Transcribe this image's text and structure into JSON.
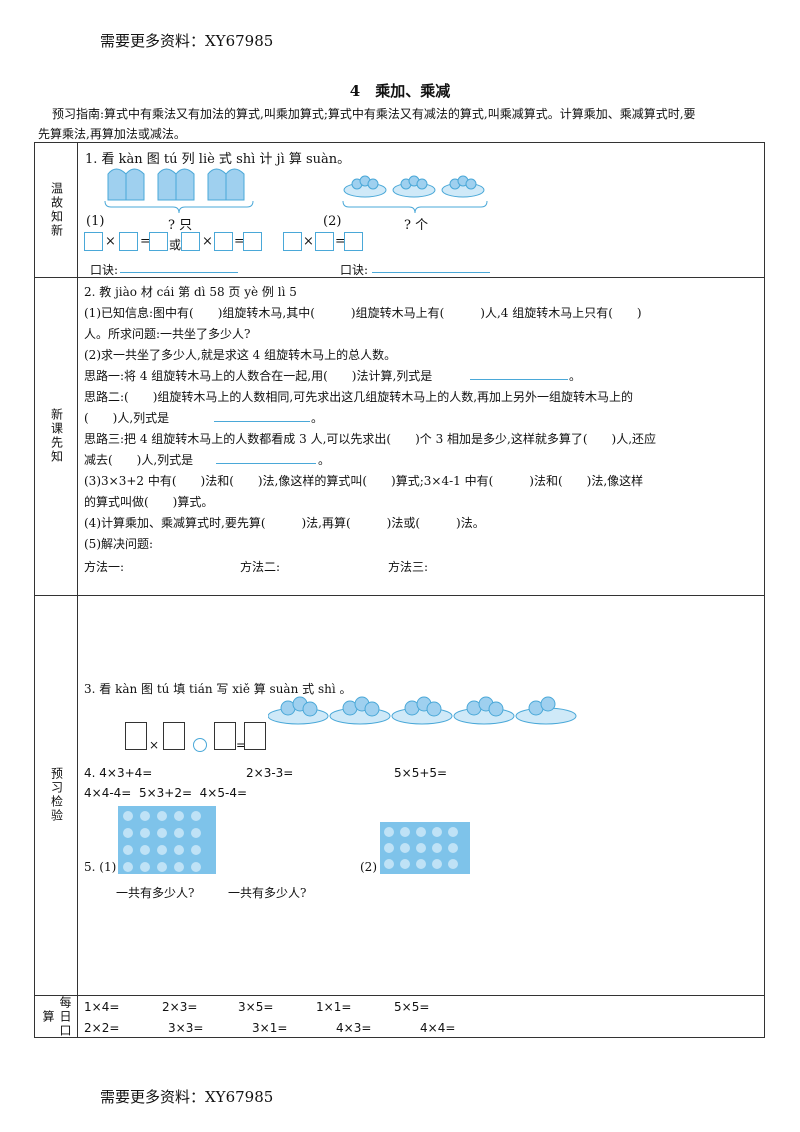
{
  "header_note": "需要更多资料：XY67985",
  "footer_note": "需要更多资料：XY67985",
  "title": "4　乘加、乘减",
  "guide_line1": "预习指南:算式中有乘法又有加法的算式,叫乘加算式;算式中有乘法又有减法的算式,叫乘减算式。计算乘加、乘减算式时,要",
  "guide_line2": "先算乘法,再算加法或减法。",
  "sections": {
    "s1": "温故知新",
    "s2": "新课先知",
    "s3": "预习检验",
    "s4": "每日口算"
  },
  "q1": {
    "heading": "1. 看 kàn 图 tú 列 liè 式 shì 计 jì 算 suàn。",
    "part1_label": "(1)",
    "part1_question": "? 只",
    "part2_label": "(2)",
    "part2_question": "? 个",
    "times": "×",
    "equals": "=",
    "or": "或",
    "koujue1": "口诀:",
    "koujue2": "口诀:"
  },
  "q2": {
    "heading": "2. 教 jiào 材 cái 第 dì 58 页 yè 例 lì 5",
    "l1": "(1)已知信息:图中有(　　)组旋转木马,其中(　　　)组旋转木马上有(　　　)人,4 组旋转木马上只有(　　)",
    "l2": "人。所求问题:一共坐了多少人?",
    "l3": "(2)求一共坐了多少人,就是求这 4 组旋转木马上的总人数。",
    "l4": "思路一:将 4 组旋转木马上的人数合在一起,用(　　)法计算,列式是",
    "l4_end": "。",
    "l5": "思路二:(　　)组旋转木马上的人数相同,可先求出这几组旋转木马上的人数,再加上另外一组旋转木马上的",
    "l6": "(　　)人,列式是",
    "l6_end": "。",
    "l7": "思路三:把 4 组旋转木马上的人数都看成 3 人,可以先求出(　　)个 3 相加是多少,这样就多算了(　　)人,还应",
    "l8": "减去(　　)人,列式是",
    "l8_end": "。",
    "l9": "(3)3×3+2 中有(　　)法和(　　)法,像这样的算式叫(　　)算式;3×4-1 中有(　　　)法和(　　)法,像这样",
    "l10": "的算式叫做(　　)算式。",
    "l11": "(4)计算乘加、乘减算式时,要先算(　　　)法,再算(　　　)法或(　　　)法。",
    "l12": "(5)解决问题:",
    "m1": "方法一:",
    "m2": "方法二:",
    "m3": "方法三:"
  },
  "q3": {
    "heading": "3. 看 kàn 图 tú 填 tián 写 xiě 算 suàn 式 shì 。",
    "times": "×",
    "equals": "="
  },
  "q4": {
    "a1": "4. 4×3+4=",
    "a2": "2×3-3=",
    "a3": "5×5+5=",
    "b": "4×4-4=  5×3+2=  4×5-4="
  },
  "q5": {
    "label1": "5. (1)",
    "label2": "(2)",
    "ask1": "一共有多少人?",
    "ask2": "一共有多少人?"
  },
  "oral": {
    "row1": [
      "1×4=",
      "2×3=",
      "3×5=",
      "1×1=",
      "5×5="
    ],
    "row2": [
      "2×2=",
      "3×3=",
      "3×1=",
      "4×3=",
      "4×4="
    ]
  },
  "colors": {
    "accent": "#4aa8d8",
    "figure": "#6bb7e3",
    "border": "#333333"
  }
}
